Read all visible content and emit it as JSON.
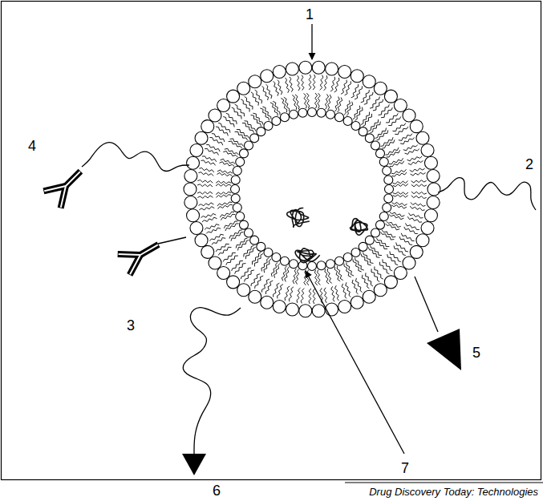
{
  "diagram": {
    "labels": [
      "1",
      "4",
      "2",
      "3",
      "5",
      "7",
      "6",
      "Drug Discovery Today: Technologies"
    ]
  }
}
